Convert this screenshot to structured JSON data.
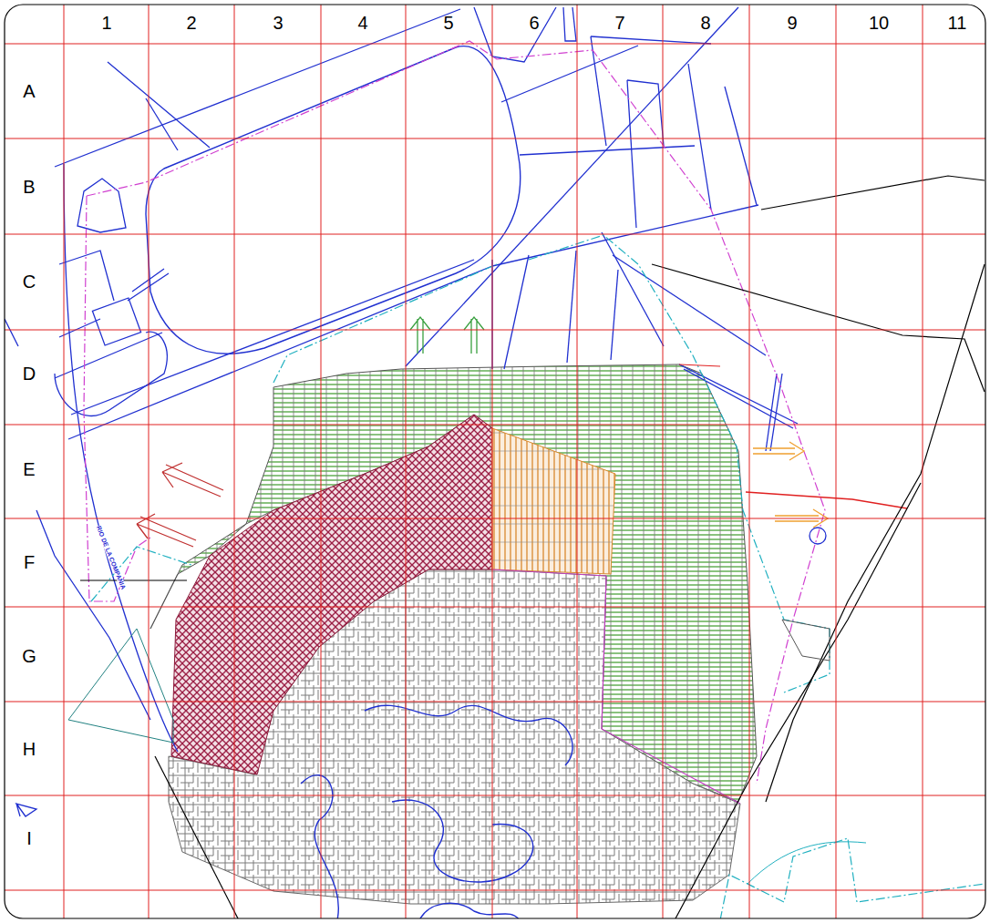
{
  "diagram": {
    "labels": [
      "1",
      "2",
      "3",
      "4",
      "5",
      "6",
      "7",
      "8",
      "9",
      "10",
      "11",
      "A",
      "B",
      "C",
      "D",
      "E",
      "F",
      "G",
      "H",
      "I",
      "RIO DE LA COMPAÑIA"
    ]
  }
}
